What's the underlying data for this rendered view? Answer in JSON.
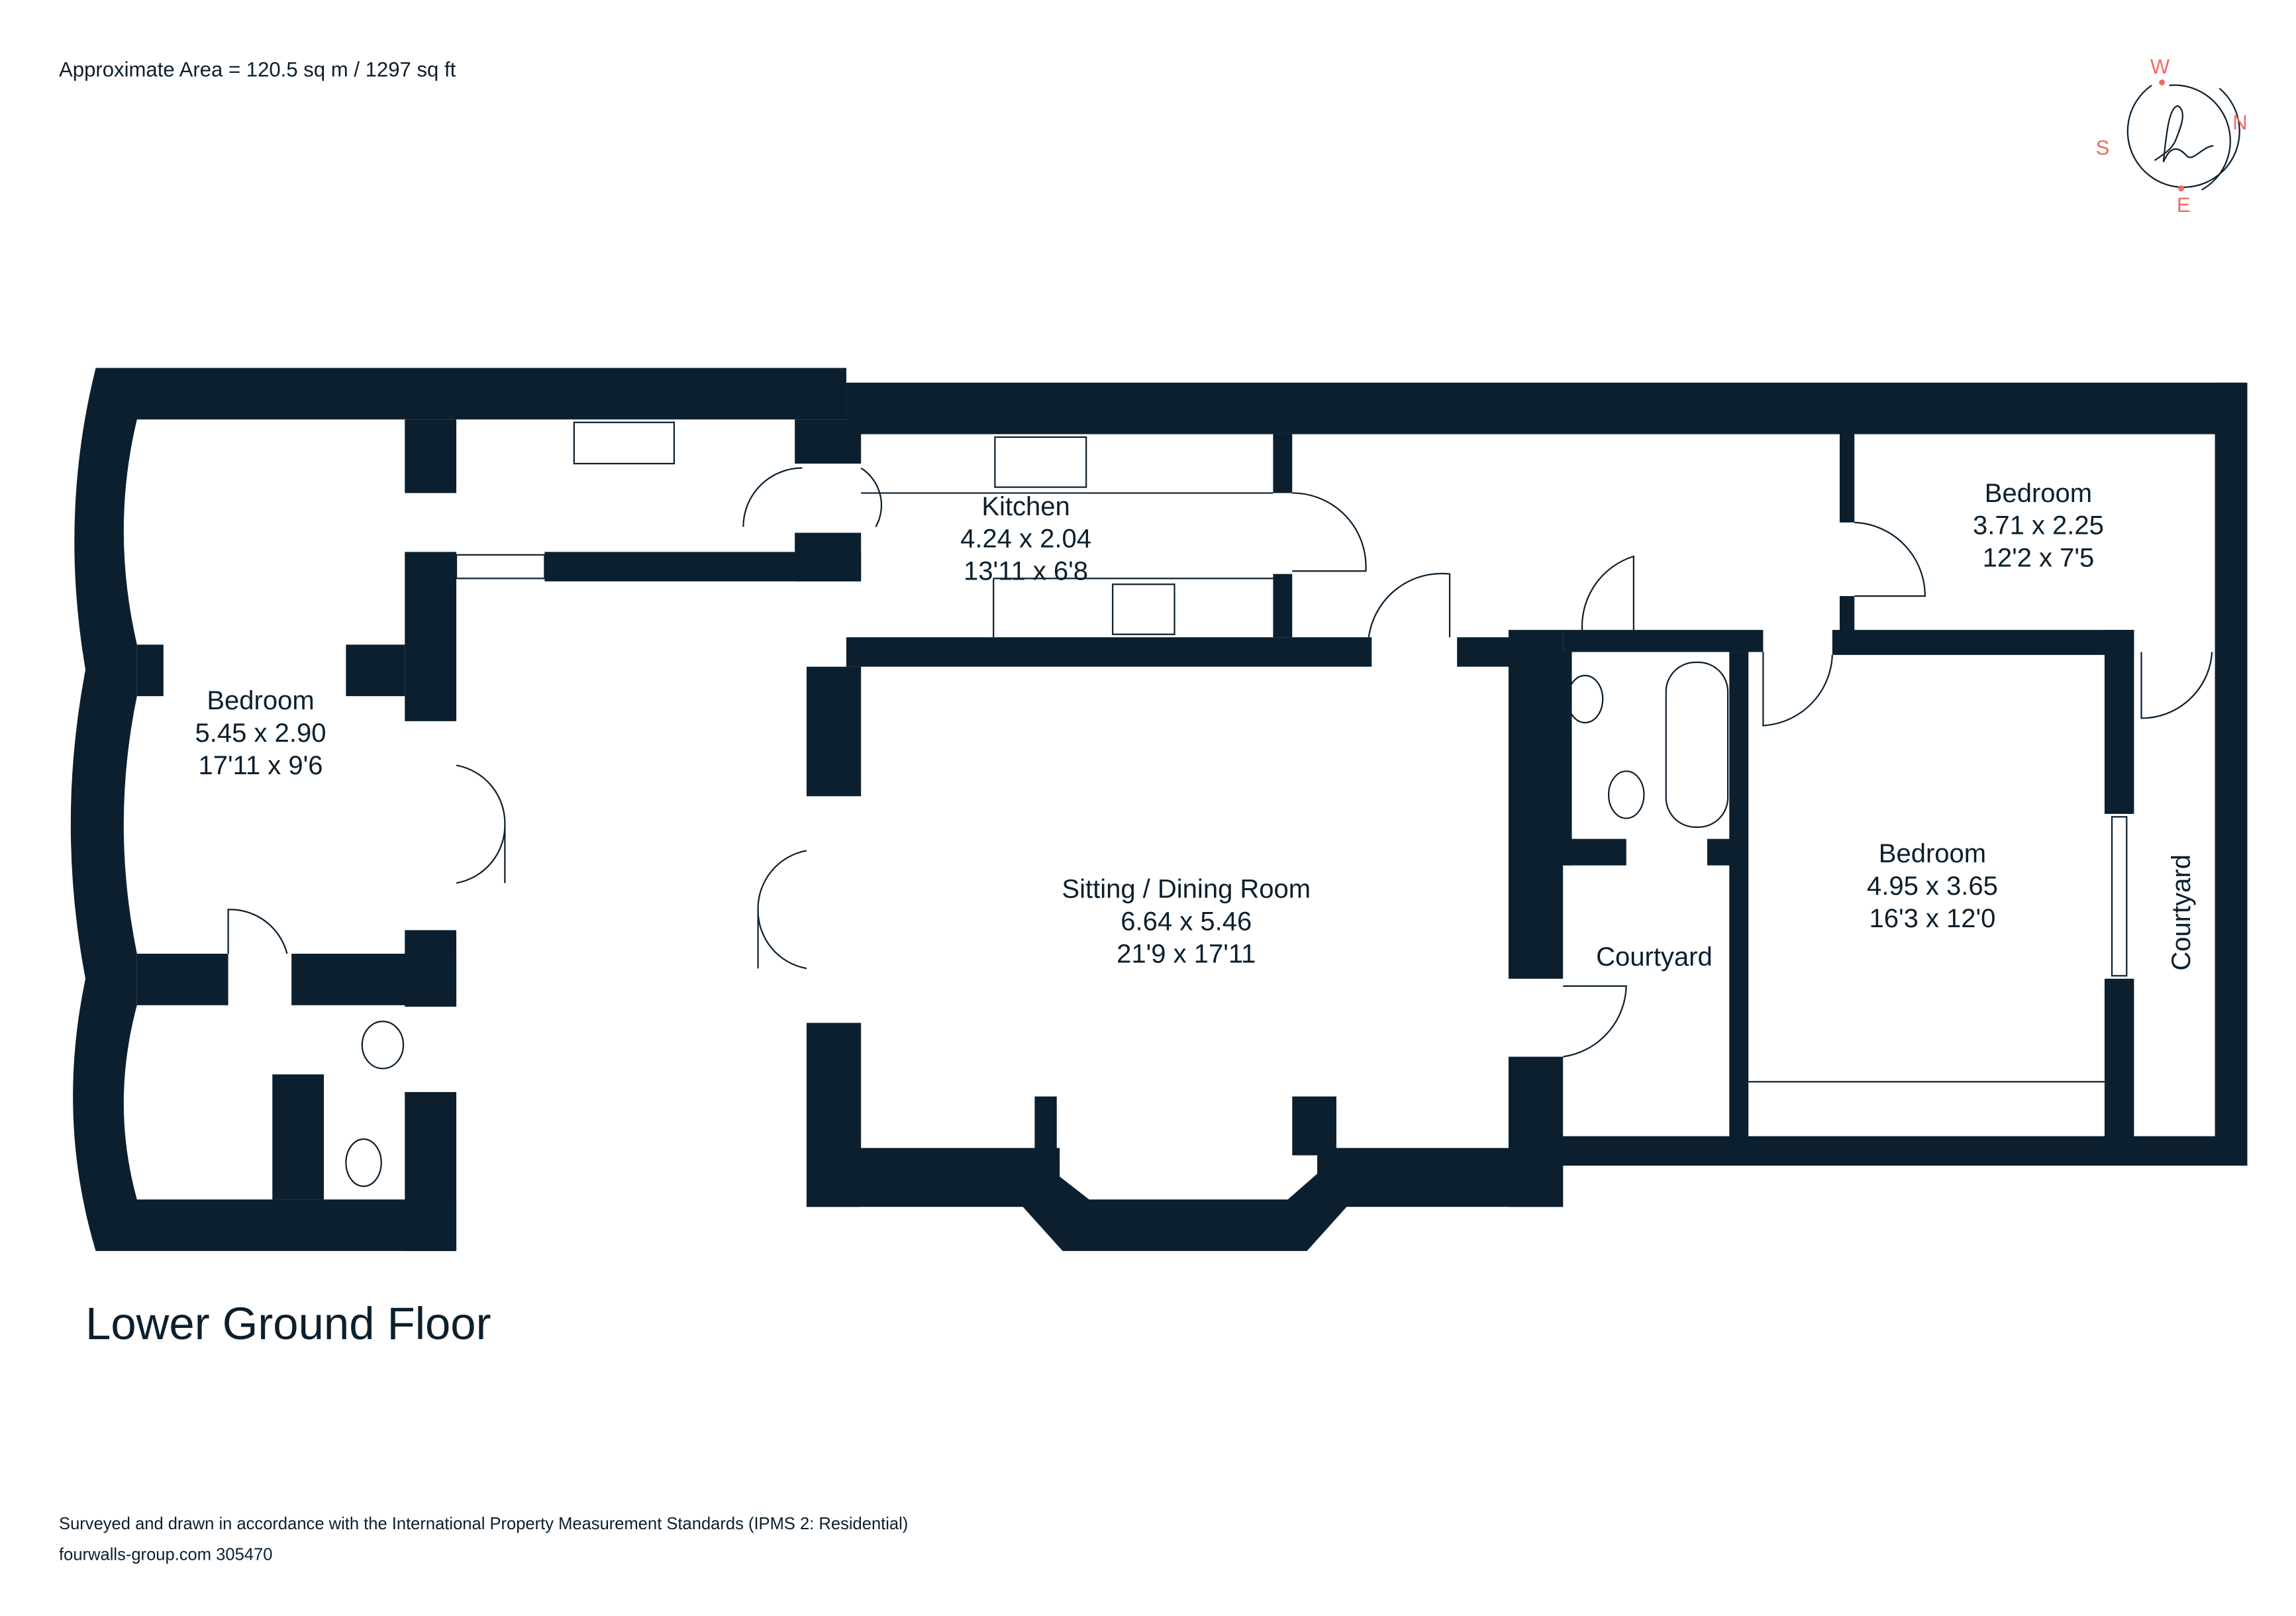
{
  "header": {
    "area": "Approximate Area = 120.5 sq m / 1297 sq ft"
  },
  "compass": {
    "w": "W",
    "n": "N",
    "s": "S",
    "e": "E",
    "logo": "h"
  },
  "rooms": [
    {
      "name": "Kitchen",
      "metric": "4.24 x 2.04",
      "imperial": "13'11 x 6'8"
    },
    {
      "name": "Bedroom",
      "metric": "3.71 x 2.25",
      "imperial": "12'2 x 7'5"
    },
    {
      "name": "Bedroom",
      "metric": "5.45 x 2.90",
      "imperial": "17'11 x 9'6"
    },
    {
      "name": "Sitting / Dining Room",
      "metric": "6.64 x 5.46",
      "imperial": "21'9 x 17'11"
    },
    {
      "name": "Bedroom",
      "metric": "4.95 x 3.65",
      "imperial": "16'3 x 12'0"
    }
  ],
  "courtyards": [
    "Courtyard",
    "Courtyard"
  ],
  "floor_label": "Lower Ground Floor",
  "footer": {
    "standard": "Surveyed and drawn in accordance with the International Property Measurement Standards (IPMS 2: Residential)",
    "ref": "fourwalls-group.com 305470"
  },
  "colors": {
    "wall": "#0b1f2e",
    "compass": "#ef6b62"
  }
}
